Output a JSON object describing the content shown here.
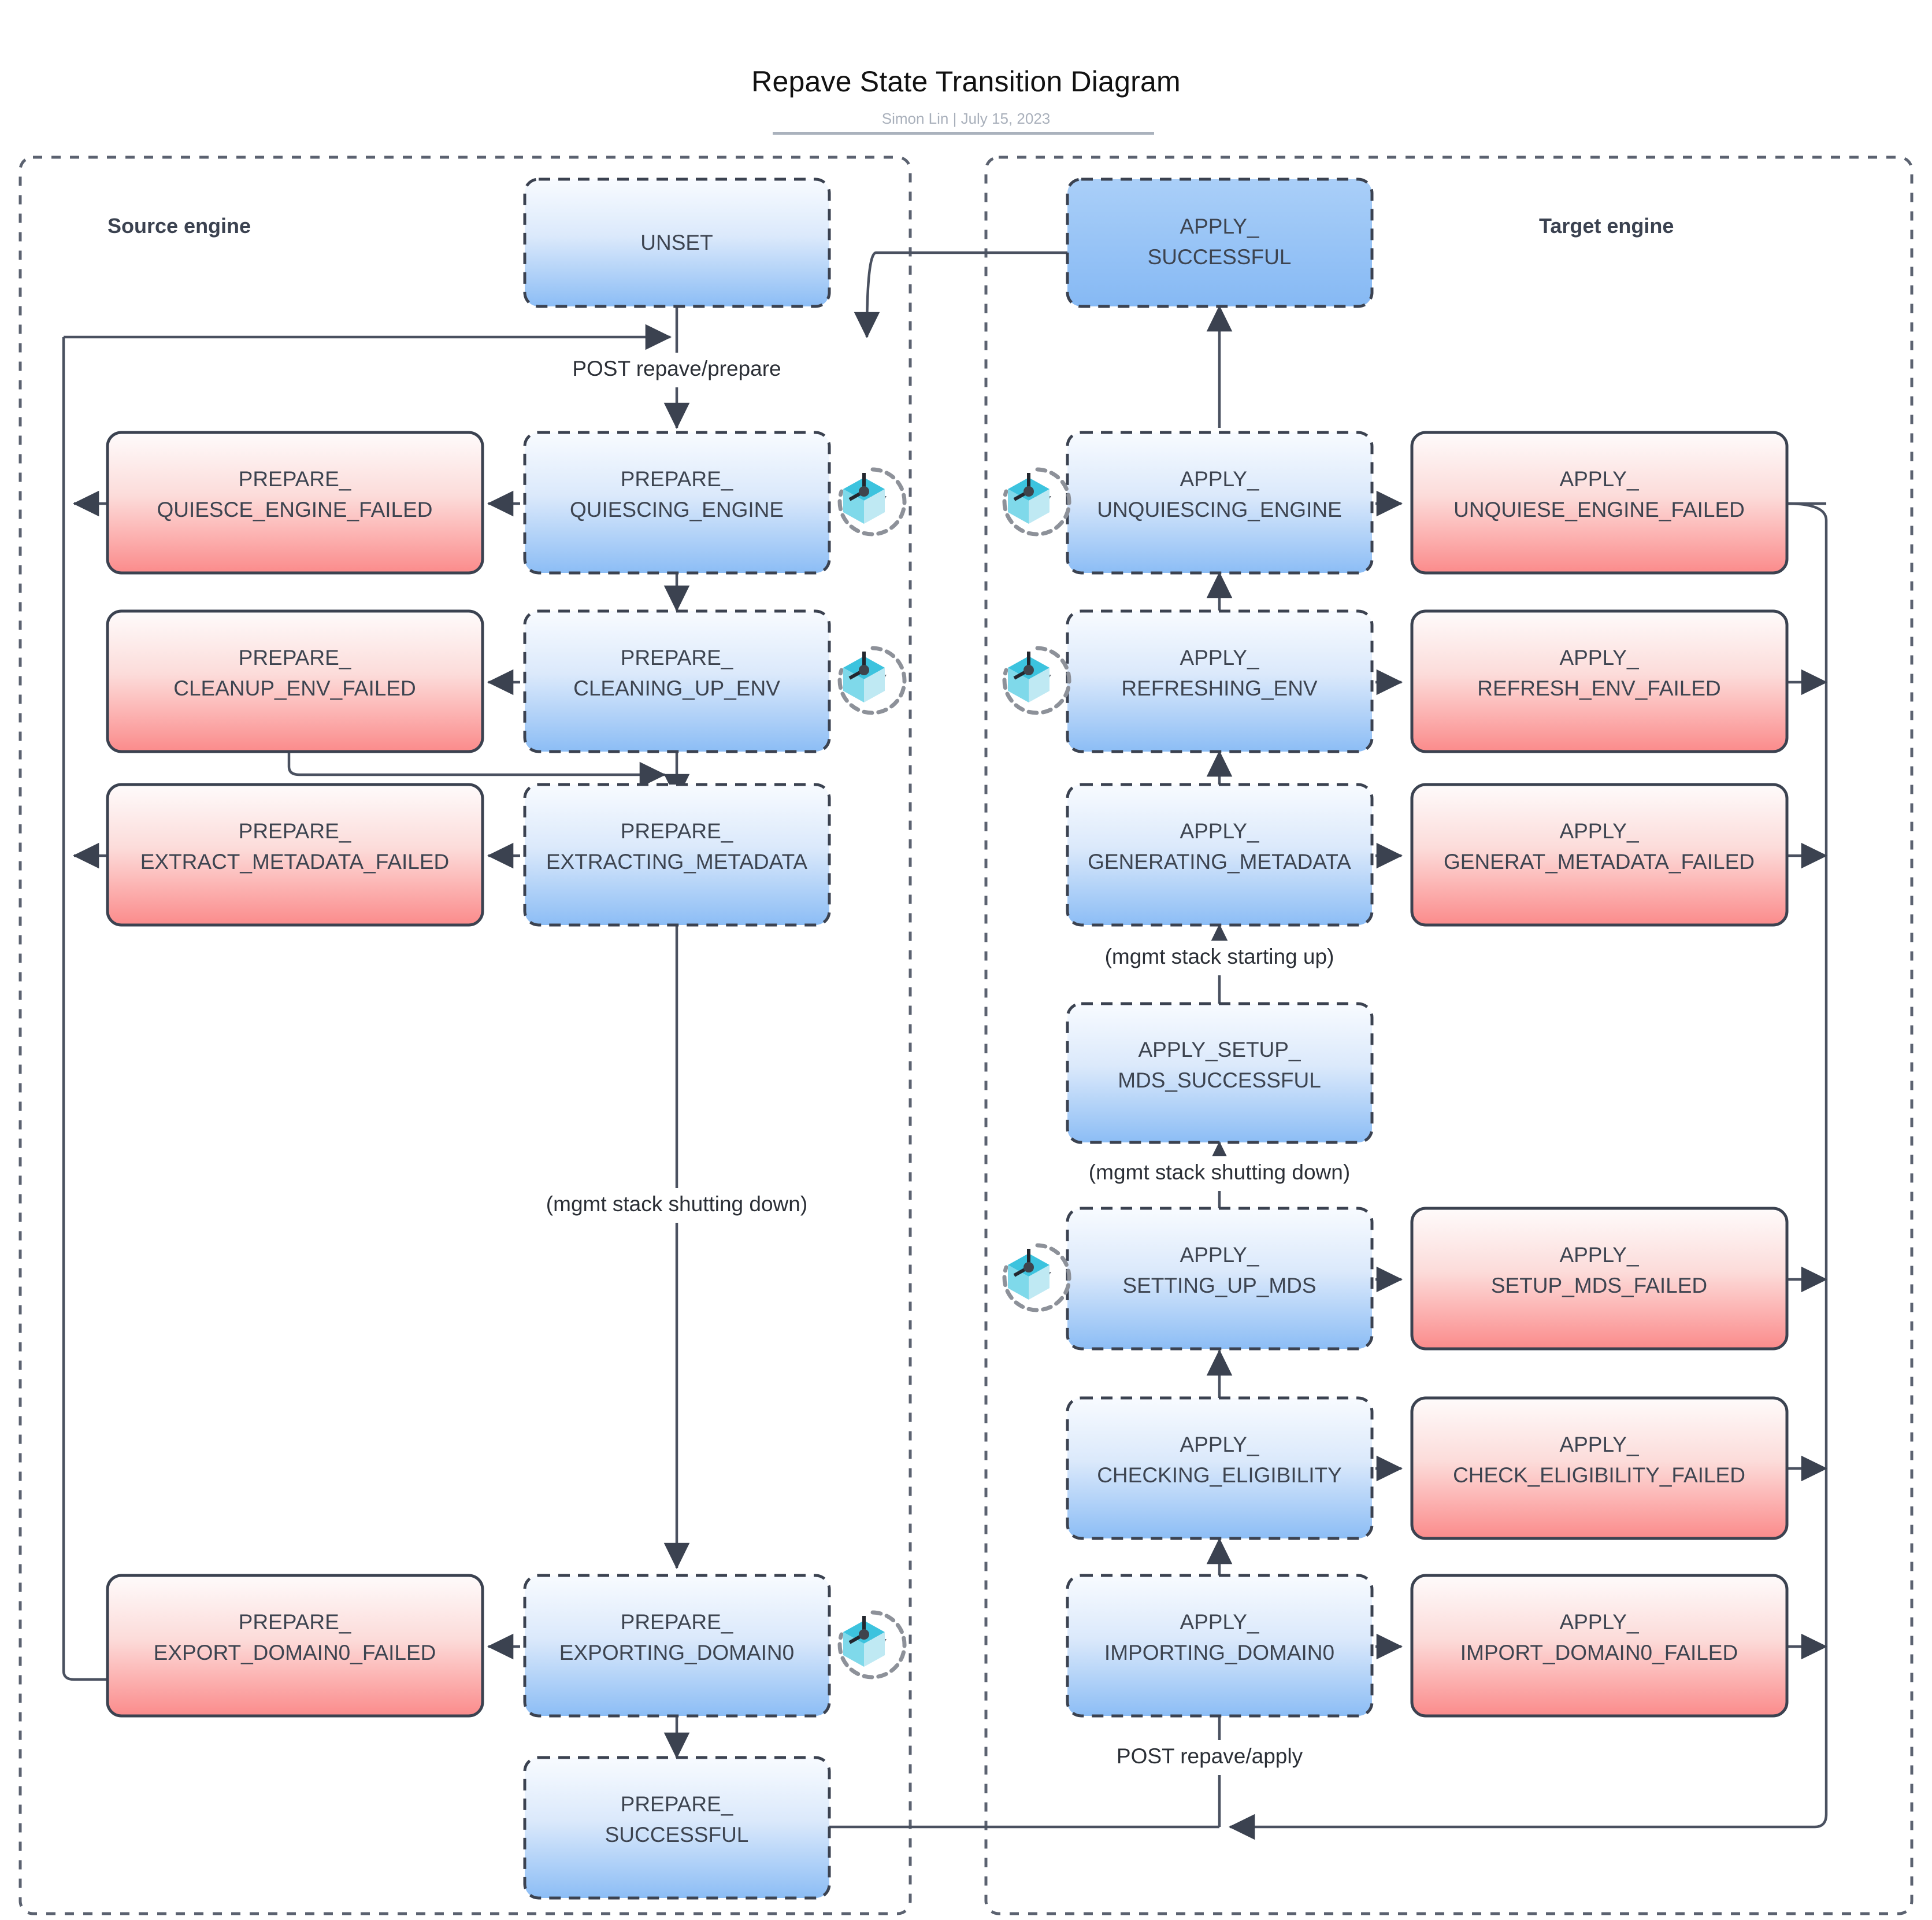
{
  "header": {
    "title": "Repave State Transition Diagram",
    "byline": "Simon Lin  |  July 15, 2023"
  },
  "panels": {
    "source": {
      "label": "Source engine"
    },
    "target": {
      "label": "Target engine"
    }
  },
  "nodes": {
    "unset": {
      "line1": "UNSET",
      "line2": ""
    },
    "prepare_quiescing_engine": {
      "line1": "PREPARE_",
      "line2": "QUIESCING_ENGINE"
    },
    "prepare_quiesce_engine_failed": {
      "line1": "PREPARE_",
      "line2": "QUIESCE_ENGINE_FAILED"
    },
    "prepare_cleaning_up_env": {
      "line1": "PREPARE_",
      "line2": "CLEANING_UP_ENV"
    },
    "prepare_cleanup_env_failed": {
      "line1": "PREPARE_",
      "line2": "CLEANUP_ENV_FAILED"
    },
    "prepare_extracting_metadata": {
      "line1": "PREPARE_",
      "line2": "EXTRACTING_METADATA"
    },
    "prepare_extract_metadata_failed": {
      "line1": "PREPARE_",
      "line2": "EXTRACT_METADATA_FAILED"
    },
    "prepare_exporting_domain0": {
      "line1": "PREPARE_",
      "line2": "EXPORTING_DOMAIN0"
    },
    "prepare_export_domain0_failed": {
      "line1": "PREPARE_",
      "line2": "EXPORT_DOMAIN0_FAILED"
    },
    "prepare_successful": {
      "line1": "PREPARE_",
      "line2": "SUCCESSFUL"
    },
    "apply_successful": {
      "line1": "APPLY_",
      "line2": "SUCCESSFUL"
    },
    "apply_unquiescing_engine": {
      "line1": "APPLY_",
      "line2": "UNQUIESCING_ENGINE"
    },
    "apply_unquiese_engine_failed": {
      "line1": "APPLY_",
      "line2": "UNQUIESE_ENGINE_FAILED"
    },
    "apply_refreshing_env": {
      "line1": "APPLY_",
      "line2": "REFRESHING_ENV"
    },
    "apply_refresh_env_failed": {
      "line1": "APPLY_",
      "line2": "REFRESH_ENV_FAILED"
    },
    "apply_generating_metadata": {
      "line1": "APPLY_",
      "line2": "GENERATING_METADATA"
    },
    "apply_generat_metadata_failed": {
      "line1": "APPLY_",
      "line2": "GENERAT_METADATA_FAILED"
    },
    "apply_setup_mds_successful": {
      "line1": "APPLY_SETUP_",
      "line2": "MDS_SUCCESSFUL"
    },
    "apply_setting_up_mds": {
      "line1": "APPLY_",
      "line2": "SETTING_UP_MDS"
    },
    "apply_setup_mds_failed": {
      "line1": "APPLY_",
      "line2": "SETUP_MDS_FAILED"
    },
    "apply_checking_eligibility": {
      "line1": "APPLY_",
      "line2": "CHECKING_ELIGIBILITY"
    },
    "apply_check_eligibility_failed": {
      "line1": "APPLY_",
      "line2": "CHECK_ELIGIBILITY_FAILED"
    },
    "apply_importing_domain0": {
      "line1": "APPLY_",
      "line2": "IMPORTING_DOMAIN0"
    },
    "apply_import_domain0_failed": {
      "line1": "APPLY_",
      "line2": "IMPORT_DOMAIN0_FAILED"
    }
  },
  "edge_labels": {
    "post_repave_prepare": "POST repave/prepare",
    "post_repave_apply": "POST repave/apply",
    "mgmt_shutting_down_left": "(mgmt stack shutting down)",
    "mgmt_starting_up": "(mgmt stack starting up)",
    "mgmt_shutting_down_right": "(mgmt stack shutting down)"
  },
  "icons": {
    "timer_cube": "timer-cube-icon",
    "count": 5
  },
  "colors": {
    "state_blue_top": "#f7fbff",
    "state_blue_bottom": "#8cbdf5",
    "state_solid_blue": "#8cbdf5",
    "failed_red_top": "#fefafa",
    "failed_red_bottom": "#fb8b8b",
    "border_dark": "#3b4250",
    "edge_line": "#4a5160",
    "panel_border": "#5b6270",
    "icon_cyan": "#3cc3de",
    "icon_cyan_light": "#7fd9ea",
    "icon_cyan_pale": "#bfe9f3"
  }
}
